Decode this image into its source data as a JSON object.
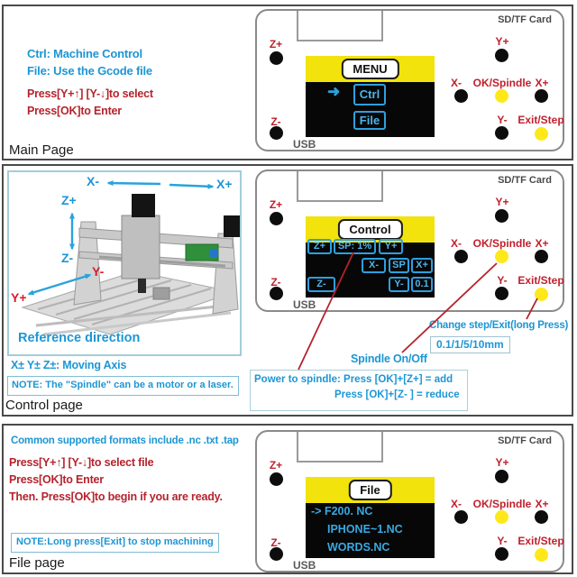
{
  "colors": {
    "accent_blue": "#1d96d4",
    "label_red": "#b5232d",
    "screen_yellow": "#f2e30c",
    "screen_blue": "#2e9fe0",
    "button_yellow": "#ffe81a"
  },
  "main_page": {
    "page_label": "Main Page",
    "hint_ctrl": "Ctrl: Machine Control",
    "hint_file": "File: Use the Gcode file",
    "instr_select": "Press[Y+↑] [Y-↓]to select",
    "instr_enter": "Press[OK]to Enter"
  },
  "control_page": {
    "page_label": "Control page",
    "moving_axis": "X± Y± Z±: Moving Axis",
    "note": "NOTE: The \"Spindle\" can be a motor or a laser.",
    "reference_caption": "Reference direction",
    "axis": {
      "x_minus": "X-",
      "x_plus": "X+",
      "z_plus": "Z+",
      "z_minus": "Z-",
      "y_minus": "Y-",
      "y_plus": "Y+"
    },
    "annotations": {
      "change_step": "Change step/Exit(long Press)",
      "step_values": "0.1/1/5/10mm",
      "spindle_toggle": "Spindle On/Off",
      "power_line1": "Power to spindle: Press [OK]+[Z+] = add",
      "power_line2": "Press [OK]+[Z- ] = reduce"
    }
  },
  "file_page": {
    "page_label": "File page",
    "formats": "Common supported formats include .nc .txt .tap",
    "instr_select": "Press[Y+↑] [Y-↓]to select file",
    "instr_enter": "Press[OK]to Enter",
    "instr_begin": "Then. Press[OK]to begin if you are ready.",
    "note": "NOTE:Long press[Exit] to stop machining"
  },
  "controller": {
    "sd_card_label": "SD/TF Card",
    "usb_label": "USB",
    "buttons": {
      "z_plus": "Z+",
      "z_minus": "Z-",
      "y_plus": "Y+",
      "y_minus": "Y-",
      "x_plus": "X+",
      "x_minus": "X-",
      "ok": "OK/Spindle",
      "exit": "Exit/Step"
    }
  },
  "screens": {
    "menu": {
      "title": "MENU",
      "arrow_icon": "➜",
      "item_ctrl": "Ctrl",
      "item_file": "File"
    },
    "control": {
      "title": "Control",
      "keys": {
        "z_plus": "Z+",
        "sp_rate": "SP: 1%",
        "y_plus": "Y+",
        "x_minus": "X-",
        "sp": "SP",
        "x_plus": "X+",
        "z_minus": "Z-",
        "y_minus": "Y-",
        "step": "0.1"
      }
    },
    "file": {
      "title": "File",
      "cursor": "->",
      "files": [
        "F200. NC",
        "IPHONE~1.NC",
        "WORDS.NC"
      ]
    }
  }
}
